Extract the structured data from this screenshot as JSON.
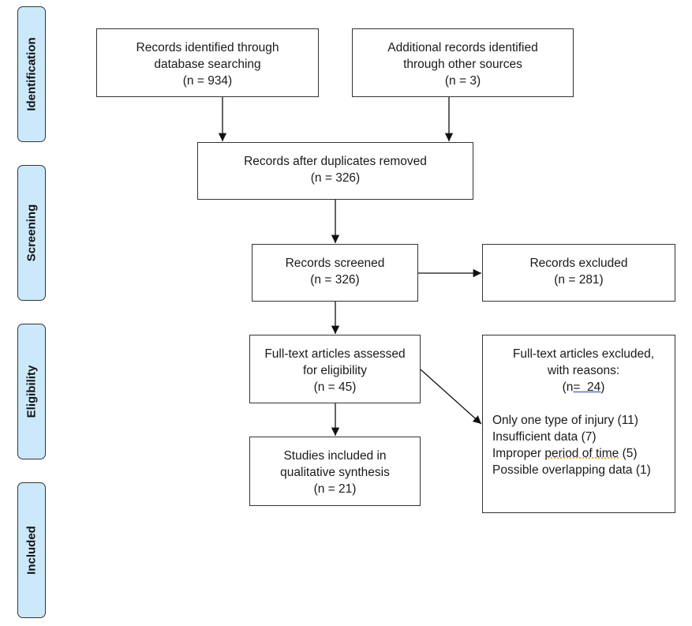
{
  "stages": [
    {
      "id": "identification",
      "label": "Identification"
    },
    {
      "id": "screening",
      "label": "Screening"
    },
    {
      "id": "eligibility",
      "label": "Eligibility"
    },
    {
      "id": "included",
      "label": "Included"
    }
  ],
  "boxes": {
    "db_search": {
      "line1": "Records identified through",
      "line2": "database searching",
      "count": "(n = 934)"
    },
    "other_sources": {
      "line1": "Additional records identified",
      "line2": "through other sources",
      "count": "(n = 3)"
    },
    "duplicates_removed": {
      "line1": "Records after duplicates removed",
      "count": "(n = 326)"
    },
    "screened": {
      "line1": "Records screened",
      "count": "(n = 326)"
    },
    "excluded": {
      "line1": "Records excluded",
      "count": "(n = 281)"
    },
    "fulltext_assessed": {
      "line1": "Full-text articles assessed",
      "line2": "for eligibility",
      "count": "(n = 45)"
    },
    "fulltext_excluded": {
      "line1": "Full-text articles excluded,",
      "line2": "with reasons:",
      "count_prefix": "(n",
      "count_value": "=  24",
      "count_suffix": ")",
      "reasons": [
        "Only one type of injury (11)",
        "Insufficient data (7)",
        "Improper period of time (5)",
        "Possible overlapping data (1)"
      ],
      "reason_3_plain": "Improper ",
      "reason_3_marked": "period of time",
      "reason_3_tail": " (5)"
    },
    "included": {
      "line1": "Studies included in",
      "line2": "qualitative synthesis",
      "count": "(n = 21)"
    }
  }
}
